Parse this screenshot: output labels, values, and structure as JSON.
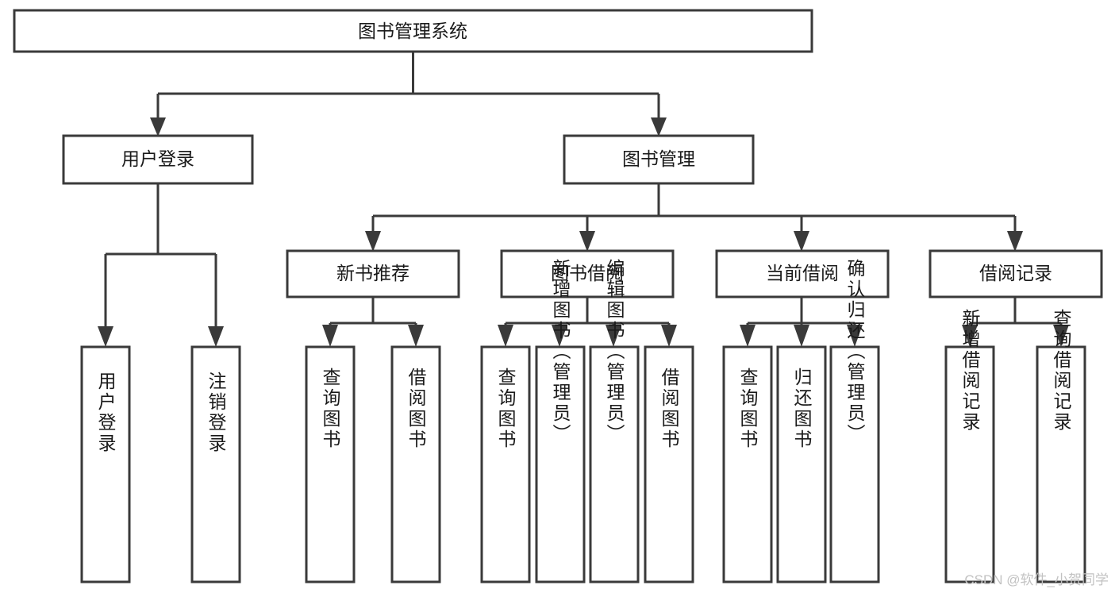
{
  "diagram": {
    "type": "tree-hierarchy-flowchart",
    "title": "图书管理系统",
    "watermark": "CSDN @软件_小贺同学",
    "nodes": {
      "root": {
        "label": "图书管理系统"
      },
      "level2": [
        {
          "id": "user-login",
          "label": "用户登录"
        },
        {
          "id": "book-manage",
          "label": "图书管理"
        }
      ],
      "level3": [
        {
          "id": "new-book-rec",
          "label": "新书推荐"
        },
        {
          "id": "book-borrow",
          "label": "图书借阅"
        },
        {
          "id": "current-borrow",
          "label": "当前借阅"
        },
        {
          "id": "borrow-record",
          "label": "借阅记录"
        }
      ],
      "leaves": {
        "user-login": [
          {
            "id": "leaf-user-login",
            "label": "用户登录"
          },
          {
            "id": "leaf-user-logout",
            "label": "注销登录"
          }
        ],
        "new-book-rec": [
          {
            "id": "leaf-query-book-1",
            "label": "查询图书"
          },
          {
            "id": "leaf-borrow-book-1",
            "label": "借阅图书"
          }
        ],
        "book-borrow": [
          {
            "id": "leaf-query-book-2",
            "label": "查询图书"
          },
          {
            "id": "leaf-add-book",
            "label": "新增图书（管理员）"
          },
          {
            "id": "leaf-edit-book",
            "label": "编辑图书（管理员）"
          },
          {
            "id": "leaf-borrow-book-2",
            "label": "借阅图书"
          }
        ],
        "current-borrow": [
          {
            "id": "leaf-query-book-3",
            "label": "查询图书"
          },
          {
            "id": "leaf-return-book",
            "label": "归还图书"
          },
          {
            "id": "leaf-confirm-return",
            "label": "确认归还（管理员）"
          }
        ],
        "borrow-record": [
          {
            "id": "leaf-add-record",
            "label": "新增借阅记录"
          },
          {
            "id": "leaf-query-record",
            "label": "查询借阅记录"
          }
        ]
      }
    },
    "colors": {
      "stroke": "#3a3a3a",
      "fill": "#ffffff",
      "text": "#1a1a1a",
      "watermark": "#c2c2c2"
    }
  }
}
